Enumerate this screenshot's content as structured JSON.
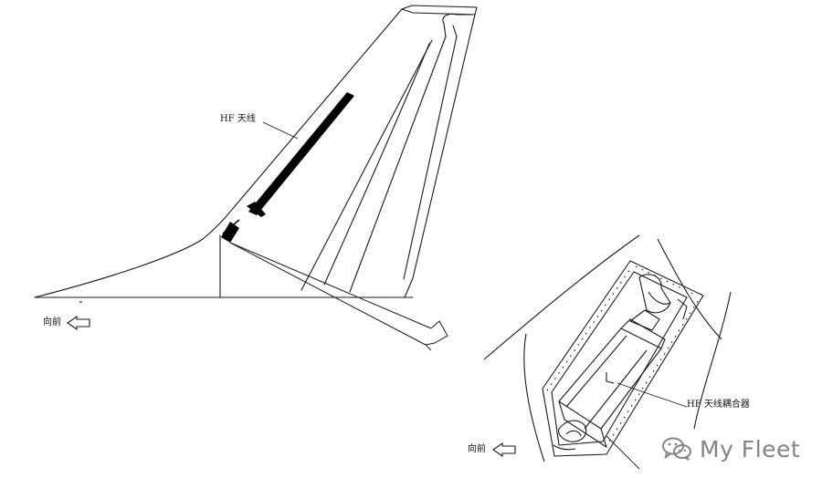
{
  "labels": {
    "hf_antenna": "HF 天线",
    "forward_left": "向前",
    "forward_right": "向前",
    "hf_coupler": "HF 天线耦合器"
  },
  "watermark": {
    "text": "My Fleet",
    "icon": "wechat-icon"
  },
  "colors": {
    "line": "#1a1a1a",
    "antenna": "#000000",
    "watermark": "#6f6f6f"
  }
}
